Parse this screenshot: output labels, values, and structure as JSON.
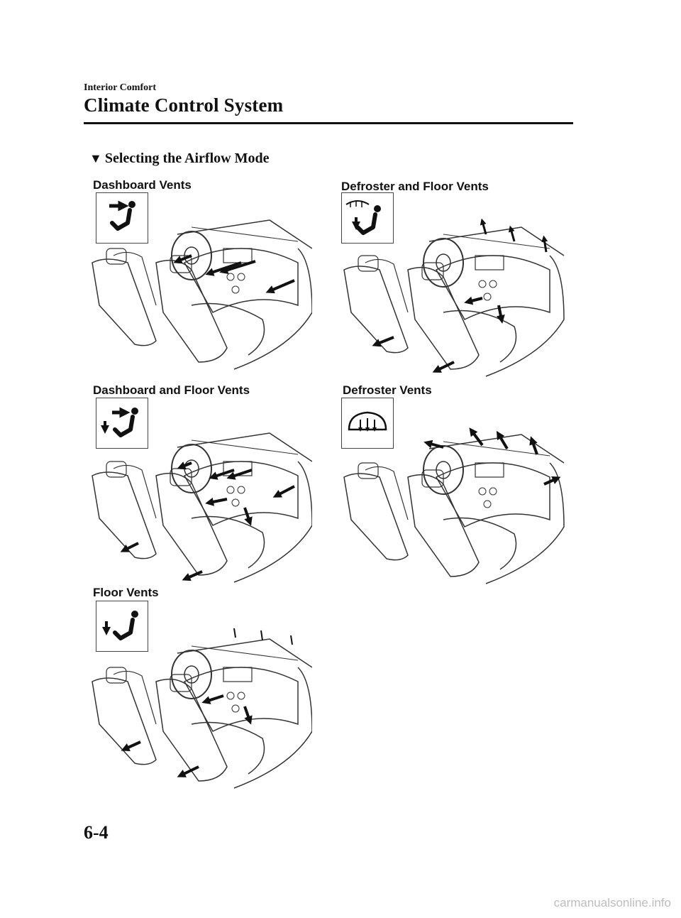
{
  "header": {
    "section": "Interior Comfort",
    "title": "Climate Control System"
  },
  "subheading": {
    "marker": "▼",
    "text": "Selecting the Airflow Mode"
  },
  "modes": [
    {
      "label": "Dashboard Vents",
      "icon": "dashboard-vents-icon"
    },
    {
      "label": "Defroster and Floor Vents",
      "icon": "defroster-floor-vents-icon"
    },
    {
      "label": "Dashboard and Floor Vents",
      "icon": "dashboard-floor-vents-icon"
    },
    {
      "label": "Defroster Vents",
      "icon": "defroster-vents-icon"
    },
    {
      "label": "Floor Vents",
      "icon": "floor-vents-icon"
    }
  ],
  "footer": {
    "page_number": "6-4",
    "watermark": "carmanualsonline.info"
  }
}
